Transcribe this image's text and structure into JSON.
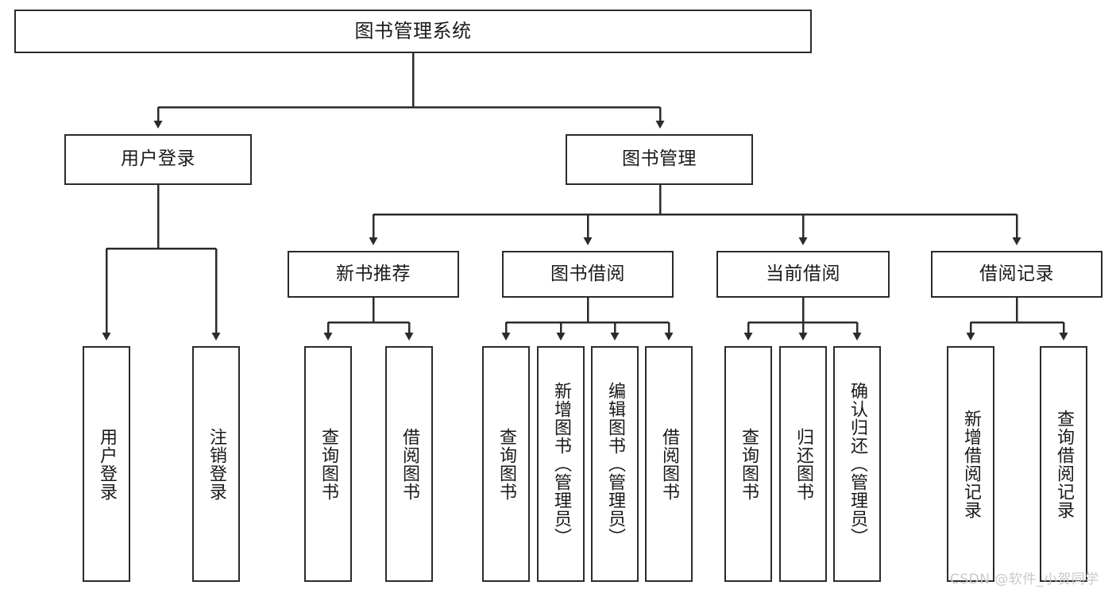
{
  "diagram": {
    "type": "tree-hierarchy-chart",
    "title": "图书管理系统",
    "stroke_color": "#2b2b2b",
    "background_color": "#ffffff",
    "text_color": "#1a1a1a",
    "root": {
      "label": "图书管理系统"
    },
    "level2": [
      {
        "label": "用户登录"
      },
      {
        "label": "图书管理"
      }
    ],
    "level3": [
      {
        "label": "新书推荐"
      },
      {
        "label": "图书借阅"
      },
      {
        "label": "当前借阅"
      },
      {
        "label": "借阅记录"
      }
    ],
    "leaves": {
      "user_login": [
        {
          "label": "用户登录"
        },
        {
          "label": "注销登录"
        }
      ],
      "new_book_recommend": [
        {
          "label": "查询图书"
        },
        {
          "label": "借阅图书"
        }
      ],
      "book_borrow": [
        {
          "label": "查询图书"
        },
        {
          "label": "新增图书（管理员）"
        },
        {
          "label": "编辑图书（管理员）"
        },
        {
          "label": "借阅图书"
        }
      ],
      "current_borrow": [
        {
          "label": "查询图书"
        },
        {
          "label": "归还图书"
        },
        {
          "label": "确认归还（管理员）"
        }
      ],
      "borrow_record": [
        {
          "label": "新增借阅记录"
        },
        {
          "label": "查询借阅记录"
        }
      ]
    },
    "watermark": "CSDN @软件_小贺同学"
  }
}
